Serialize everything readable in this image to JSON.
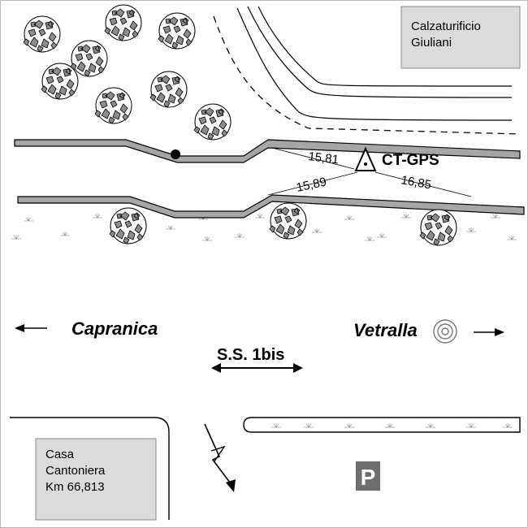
{
  "labels": {
    "factory_line1": "Calzaturificio",
    "factory_line2": "Giuliani",
    "station": "CT-GPS",
    "dist_north": "15,81",
    "dist_south": "15,89",
    "dist_east": "16,85",
    "west_town": "Capranica",
    "east_town": "Vetralla",
    "road": "S.S. 1bis",
    "house_line1": "Casa",
    "house_line2": "Cantoniera",
    "house_line3": "Km 66,813",
    "parking": "P"
  },
  "colors": {
    "building_fill": "#dcdcdc",
    "road_edge_fill": "#a6a6a6",
    "tree_fill": "#8c8c8c",
    "parking_fill": "#6e6e6e"
  }
}
